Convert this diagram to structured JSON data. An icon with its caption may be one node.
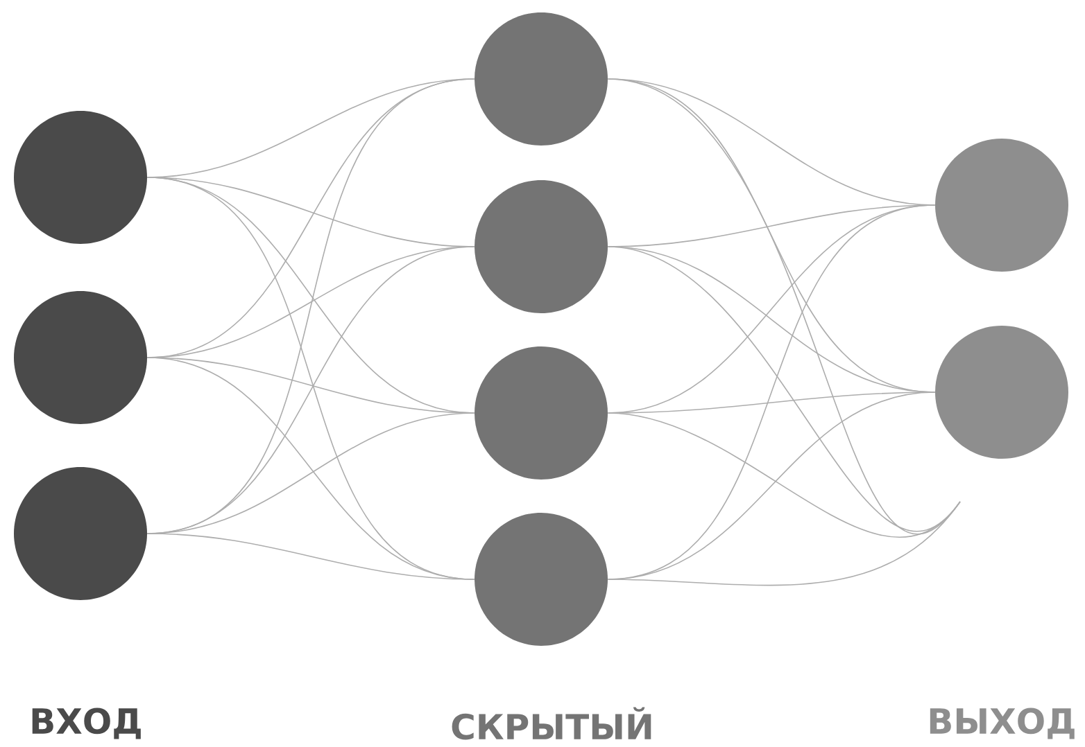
{
  "diagram": {
    "nodes": [
      {
        "text": [],
        "shape": "circle"
      },
      {
        "text": [],
        "shape": "circle"
      },
      {
        "text": [],
        "shape": "circle"
      },
      {
        "text": [],
        "shape": "circle"
      },
      {
        "text": [],
        "shape": "circle"
      },
      {
        "text": [],
        "shape": "circle"
      },
      {
        "text": [],
        "shape": "circle"
      },
      {
        "text": [],
        "shape": "circle"
      },
      {
        "text": [],
        "shape": "circle"
      }
    ],
    "edges": [
      {
        "from": 0,
        "to": 3,
        "arrow": "none"
      },
      {
        "from": 0,
        "to": 4,
        "arrow": "none"
      },
      {
        "from": 0,
        "to": 5,
        "arrow": "none"
      },
      {
        "from": 0,
        "to": 6,
        "arrow": "none"
      },
      {
        "from": 1,
        "to": 3,
        "arrow": "none"
      },
      {
        "from": 1,
        "to": 4,
        "arrow": "none"
      },
      {
        "from": 1,
        "to": 5,
        "arrow": "none"
      },
      {
        "from": 1,
        "to": 6,
        "arrow": "none"
      },
      {
        "from": 2,
        "to": 3,
        "arrow": "none"
      },
      {
        "from": 2,
        "to": 4,
        "arrow": "none"
      },
      {
        "from": 2,
        "to": 5,
        "arrow": "none"
      },
      {
        "from": 2,
        "to": 6,
        "arrow": "none"
      },
      {
        "from": 3,
        "to": 7,
        "arrow": "none"
      },
      {
        "from": 3,
        "to": 8,
        "arrow": "none"
      },
      {
        "from": 3,
        "to": null,
        "arrow": "none"
      },
      {
        "from": 4,
        "to": 7,
        "arrow": "none"
      },
      {
        "from": 4,
        "to": 8,
        "arrow": "none"
      },
      {
        "from": 4,
        "to": null,
        "arrow": "none"
      },
      {
        "from": 5,
        "to": 7,
        "arrow": "none"
      },
      {
        "from": 5,
        "to": 8,
        "arrow": "none"
      },
      {
        "from": 5,
        "to": null,
        "arrow": "none"
      },
      {
        "from": 6,
        "to": 7,
        "arrow": "none"
      },
      {
        "from": 6,
        "to": 8,
        "arrow": "none"
      },
      {
        "from": 6,
        "to": null,
        "arrow": "none"
      }
    ],
    "labels": [
      "ВХОД",
      "СКРЫТЫЙ",
      "ВЫХОД"
    ]
  }
}
